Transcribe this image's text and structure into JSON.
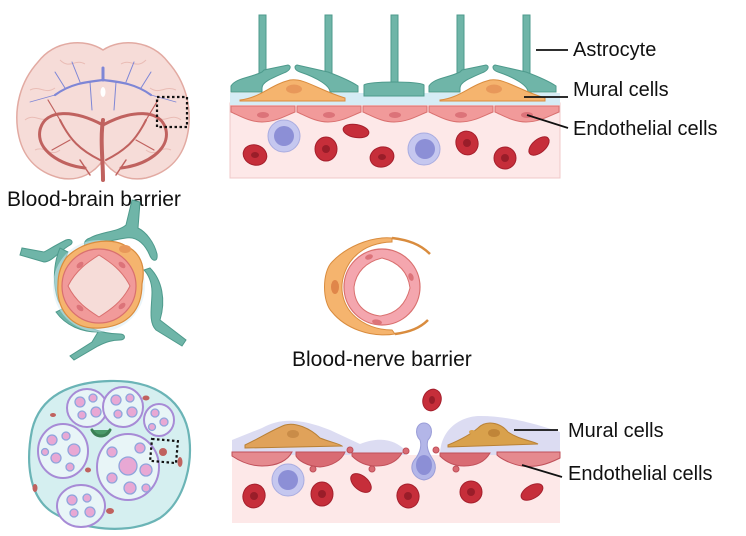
{
  "figure": {
    "captions": {
      "bbb": "Blood-brain barrier",
      "bnb": "Blood-nerve barrier"
    },
    "top_panel_labels": {
      "astrocyte": "Astrocyte",
      "mural": "Mural cells",
      "endothelial": "Endothelial cells"
    },
    "bottom_panel_labels": {
      "mural": "Mural cells",
      "endothelial": "Endothelial cells"
    },
    "colors": {
      "astrocyte": "#6fb5a8",
      "astrocyte_edge": "#4e9a8c",
      "mural": "#f5b46e",
      "mural_edge": "#d98c3e",
      "mural_nucleus": "#e8985a",
      "endothelial": "#f19a9a",
      "endothelial_edge": "#d9706f",
      "endothelial_nucleus": "#dc7379",
      "basement": "#d6ecf5",
      "lumen": "#fde8e8",
      "rbc": "#c62e3a",
      "rbc_dark": "#8f1a26",
      "leukocyte": "#b3b6e8",
      "leukocyte_nucleus": "#8c8fd6",
      "brain": "#f6dcd8",
      "brain_edge": "#e2aaa2",
      "artery": "#c0625f",
      "vein": "#7e86d6",
      "nerve_outer": "#d5eff0",
      "nerve_edge": "#6bb4b6",
      "fascicle": "#e8f5f7",
      "fascicle_edge": "#a78bd6",
      "axon": "#e8a8d4",
      "axon_edge": "#8fa5dc",
      "sheath": "#dcdcf2",
      "dark_mural": "#d9a14c"
    },
    "icons": {
      "brain": "brain-coronal-section-icon",
      "zoom_box": "dashed-zoom-box-icon",
      "nerve": "nerve-cross-section-icon"
    }
  }
}
